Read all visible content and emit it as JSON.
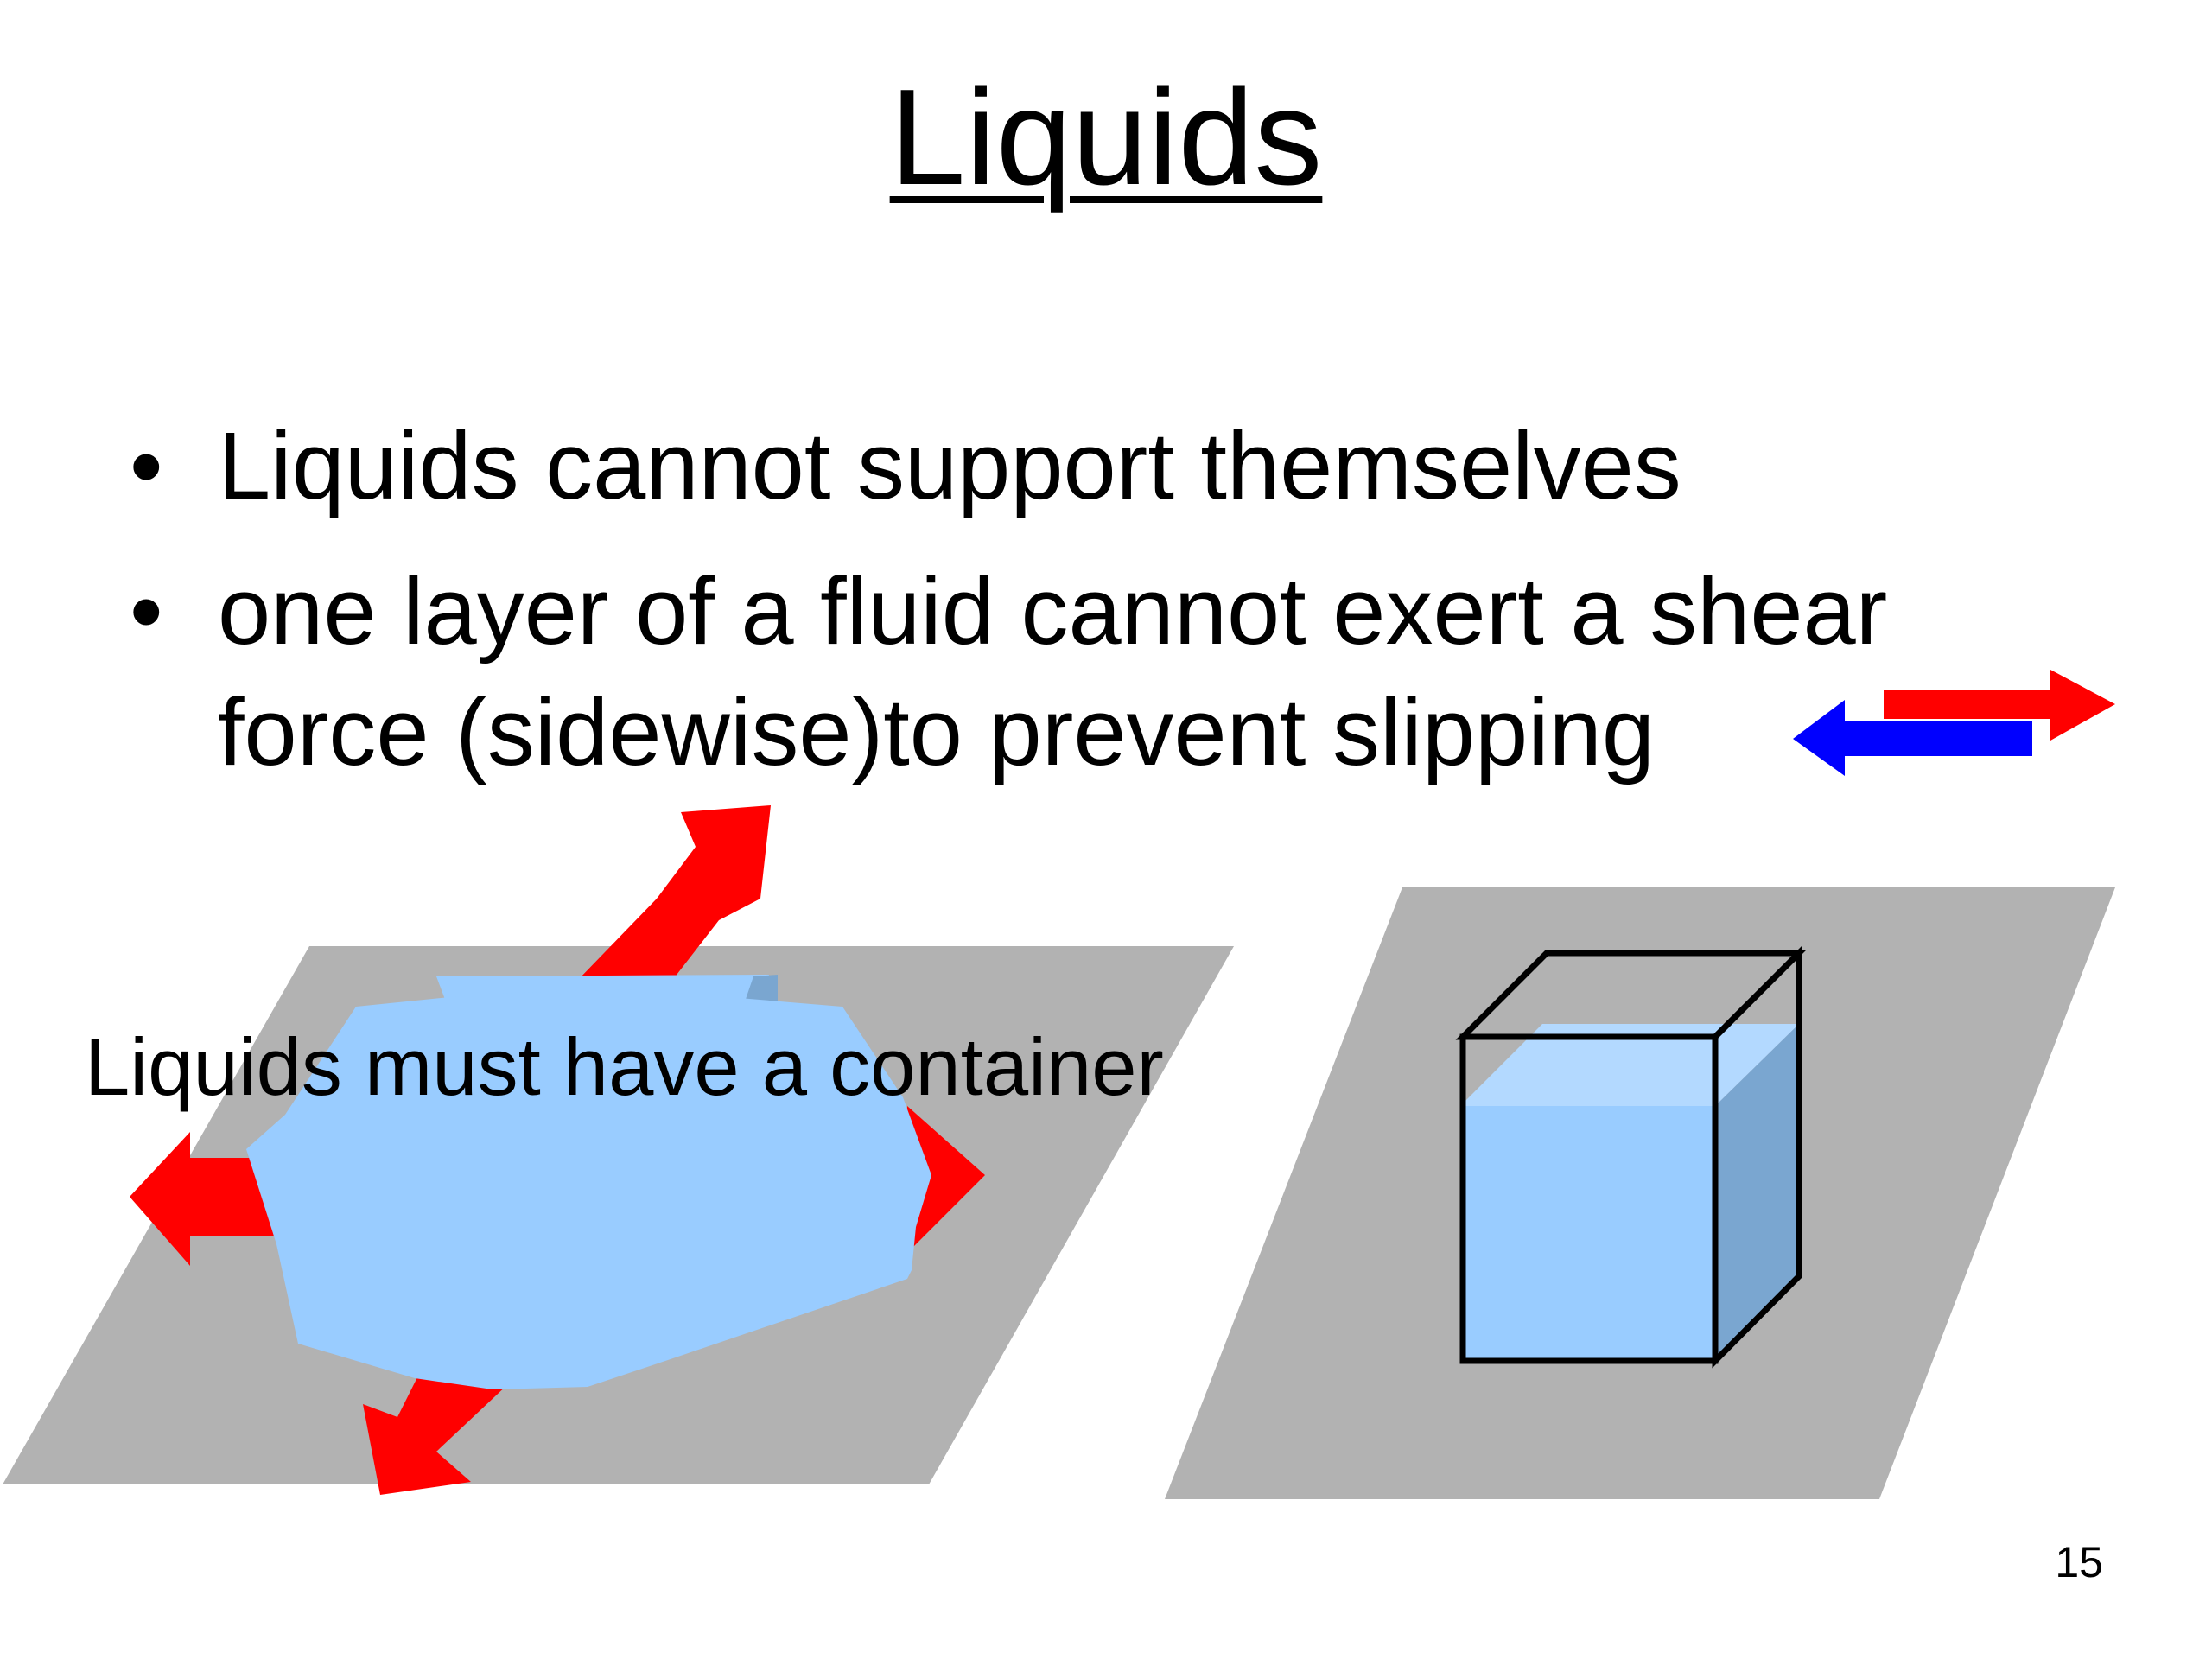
{
  "slide": {
    "title": "Liquids",
    "bullets": [
      {
        "text": "Liquids cannot support themselves"
      },
      {
        "text": "one layer of a fluid cannot exert a shear force (sidewise)to prevent slipping"
      }
    ],
    "bullet_marker": "•",
    "caption": "Liquids must have a container",
    "page_number": "15"
  },
  "colors": {
    "floor": "#b2b2b2",
    "liquid": "#99ccff",
    "liquid_light": "#b3d9ff",
    "liquid_side": "#7aa6d0",
    "arrow_red": "#ff0000",
    "arrow_blue": "#0000ff",
    "outline": "#000000"
  }
}
